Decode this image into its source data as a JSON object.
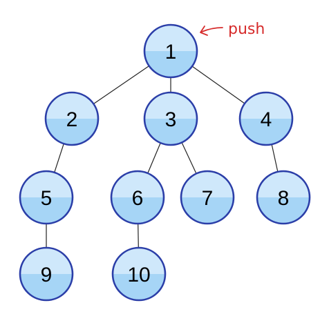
{
  "tree": {
    "nodes": [
      {
        "id": "n1",
        "label": "1"
      },
      {
        "id": "n2",
        "label": "2"
      },
      {
        "id": "n3",
        "label": "3"
      },
      {
        "id": "n4",
        "label": "4"
      },
      {
        "id": "n5",
        "label": "5"
      },
      {
        "id": "n6",
        "label": "6"
      },
      {
        "id": "n7",
        "label": "7"
      },
      {
        "id": "n8",
        "label": "8"
      },
      {
        "id": "n9",
        "label": "9"
      },
      {
        "id": "n10",
        "label": "10"
      }
    ],
    "edges": [
      {
        "from": "n1",
        "to": "n2"
      },
      {
        "from": "n1",
        "to": "n3"
      },
      {
        "from": "n1",
        "to": "n4"
      },
      {
        "from": "n2",
        "to": "n5"
      },
      {
        "from": "n3",
        "to": "n6"
      },
      {
        "from": "n3",
        "to": "n7"
      },
      {
        "from": "n4",
        "to": "n8"
      },
      {
        "from": "n5",
        "to": "n9"
      },
      {
        "from": "n6",
        "to": "n10"
      }
    ]
  },
  "annotation": {
    "text": "push",
    "target": "n1",
    "color": "#d62b2b"
  },
  "colors": {
    "node_top": "#cfe8fb",
    "node_bottom": "#a6d5f6",
    "node_stroke": "#2b3ea8",
    "edge": "#222222"
  }
}
